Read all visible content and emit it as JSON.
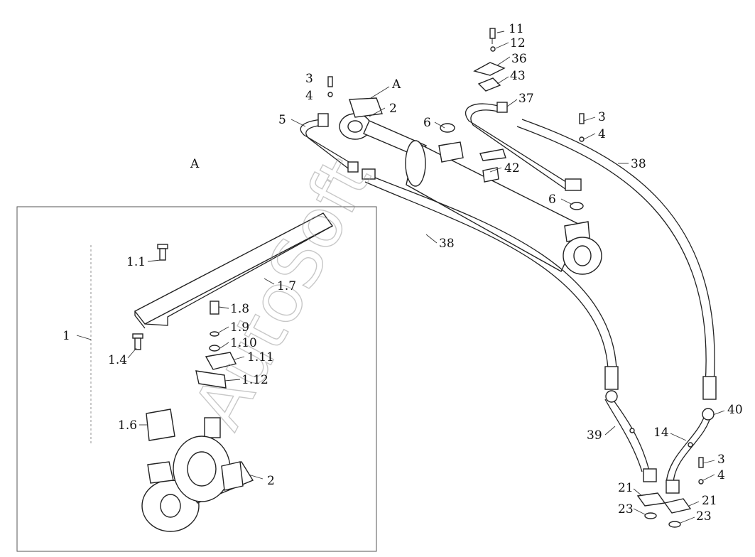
{
  "watermark": "AutoSoft",
  "view_marker": "A",
  "callouts": [
    {
      "key": "c11",
      "text": "11"
    },
    {
      "key": "c12",
      "text": "12"
    },
    {
      "key": "c36",
      "text": "36"
    },
    {
      "key": "c43",
      "text": "43"
    },
    {
      "key": "c37",
      "text": "37"
    },
    {
      "key": "c3a",
      "text": "3"
    },
    {
      "key": "c4a",
      "text": "4"
    },
    {
      "key": "cA",
      "text": "A"
    },
    {
      "key": "c2a",
      "text": "2"
    },
    {
      "key": "c5",
      "text": "5"
    },
    {
      "key": "c6a",
      "text": "6"
    },
    {
      "key": "c3b",
      "text": "3"
    },
    {
      "key": "c4b",
      "text": "4"
    },
    {
      "key": "c38a",
      "text": "38"
    },
    {
      "key": "c42",
      "text": "42"
    },
    {
      "key": "c6b",
      "text": "6"
    },
    {
      "key": "c38b",
      "text": "38"
    },
    {
      "key": "c1_1",
      "text": "1.1"
    },
    {
      "key": "c1_7",
      "text": "1.7"
    },
    {
      "key": "c1_8",
      "text": "1.8"
    },
    {
      "key": "c1_9",
      "text": "1.9"
    },
    {
      "key": "c1",
      "text": "1"
    },
    {
      "key": "c1_10",
      "text": "1.10"
    },
    {
      "key": "c1_4",
      "text": "1.4"
    },
    {
      "key": "c1_11",
      "text": "1.11"
    },
    {
      "key": "c1_12",
      "text": "1.12"
    },
    {
      "key": "c1_6",
      "text": "1.6"
    },
    {
      "key": "c2b",
      "text": "2"
    },
    {
      "key": "c39",
      "text": "39"
    },
    {
      "key": "c14",
      "text": "14"
    },
    {
      "key": "c40",
      "text": "40"
    },
    {
      "key": "c3c",
      "text": "3"
    },
    {
      "key": "c4c",
      "text": "4"
    },
    {
      "key": "c21a",
      "text": "21"
    },
    {
      "key": "c21b",
      "text": "21"
    },
    {
      "key": "c23a",
      "text": "23"
    },
    {
      "key": "c23b",
      "text": "23"
    }
  ]
}
